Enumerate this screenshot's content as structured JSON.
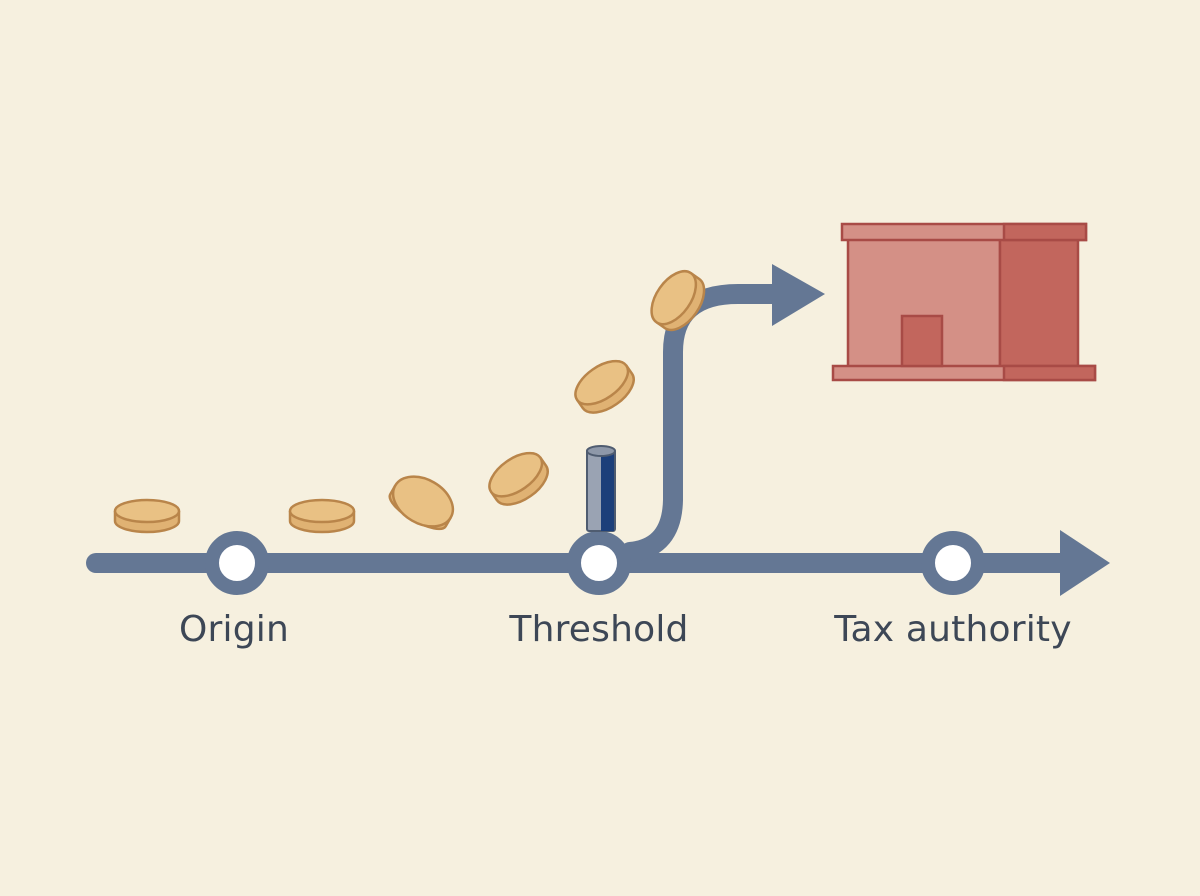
{
  "nodes": [
    {
      "id": "origin",
      "label": "Origin"
    },
    {
      "id": "threshold",
      "label": "Threshold"
    },
    {
      "id": "tax-authority",
      "label": "Tax authority"
    }
  ],
  "colors": {
    "background": "#f6f0df",
    "track": "#647794",
    "coin_fill": "#e9c184",
    "coin_stroke": "#b9854a",
    "building_light": "#d49086",
    "building_dark": "#c2665d",
    "building_stroke": "#a84b46",
    "threshold_post": "#1c3f7a",
    "label_text": "#3d4756"
  },
  "icons": [
    "coin-icon",
    "building-icon",
    "threshold-post-icon",
    "arrowhead-icon"
  ]
}
